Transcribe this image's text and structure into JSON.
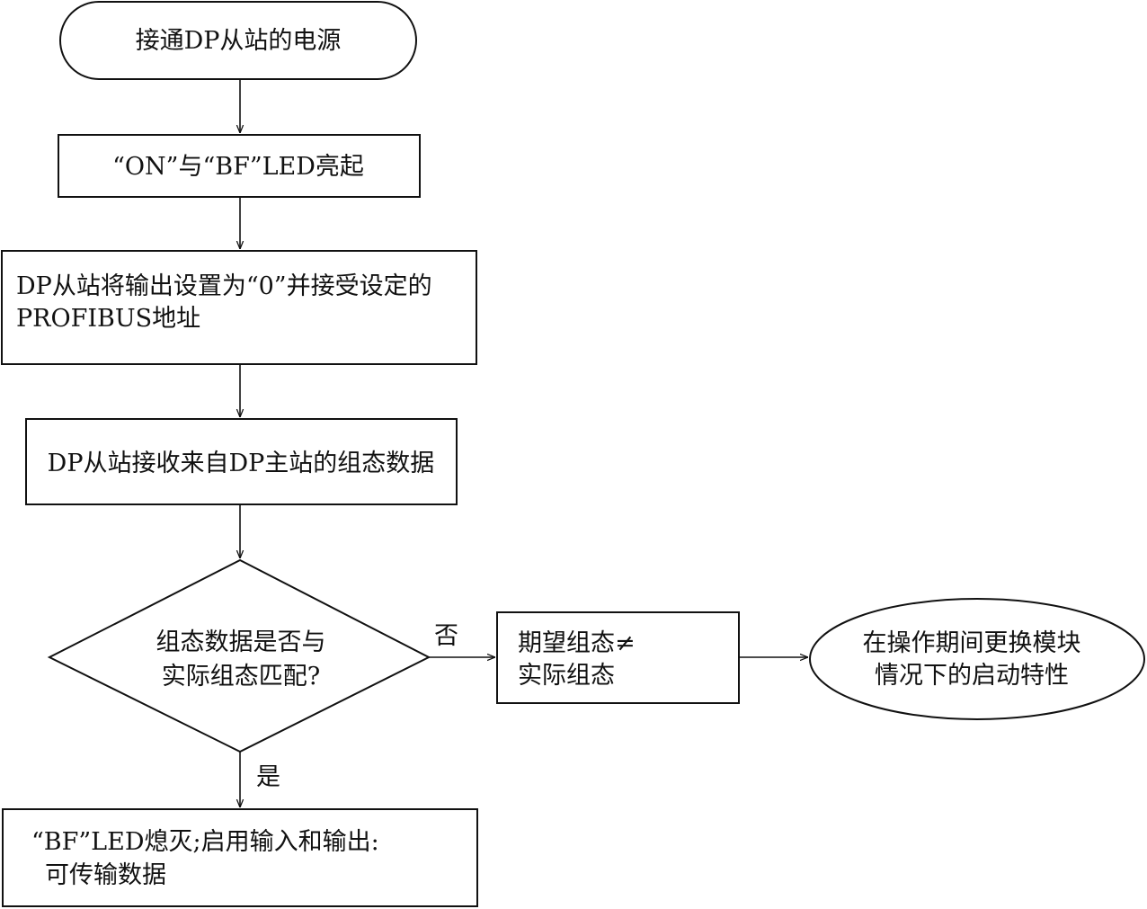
{
  "nodes": {
    "start": {
      "lines": [
        "接通DP从站的电源"
      ]
    },
    "led_on": {
      "lines": [
        "“ON”与“BF”LED亮起"
      ]
    },
    "set_output": {
      "lines": [
        "DP从站将输出设置为“0”并接受设定的",
        "PROFIBUS地址"
      ]
    },
    "receive_config": {
      "lines": [
        "DP从站接收来自DP主站的组态数据"
      ]
    },
    "decision": {
      "lines": [
        "组态数据是否与",
        "实际组态匹配?"
      ]
    },
    "mismatch": {
      "lines": [
        "期望组态≠",
        "实际组态"
      ]
    },
    "replace_module": {
      "lines": [
        "在操作期间更换模块",
        "情况下的启动特性"
      ]
    },
    "enable_io": {
      "lines": [
        "“BF”LED熄灭;启用输入和输出:",
        "可传输数据"
      ]
    }
  },
  "edges": {
    "no_label": "否",
    "yes_label": "是"
  }
}
